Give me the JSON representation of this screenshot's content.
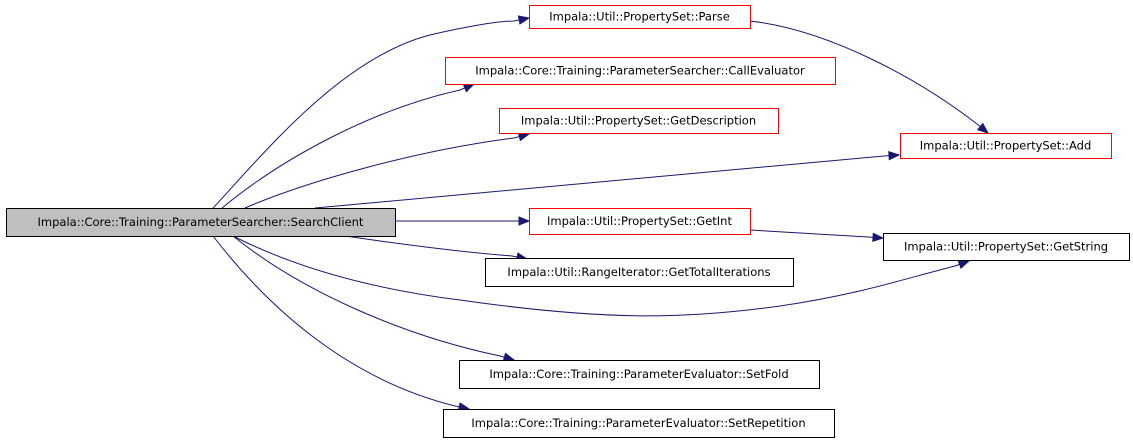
{
  "colors": {
    "edge": "#191970",
    "root_fill": "#bfbfbf",
    "root_border": "#000000",
    "linked_border": "#ff0000",
    "plain_border": "#000000",
    "node_fill": "#ffffff"
  },
  "nodes": {
    "root": {
      "label": "Impala::Core::Training::ParameterSearcher::SearchClient",
      "style": "root"
    },
    "parse": {
      "label": "Impala::Util::PropertySet::Parse",
      "style": "linked"
    },
    "callEval": {
      "label": "Impala::Core::Training::ParameterSearcher::CallEvaluator",
      "style": "linked"
    },
    "getDesc": {
      "label": "Impala::Util::PropertySet::GetDescription",
      "style": "linked"
    },
    "add": {
      "label": "Impala::Util::PropertySet::Add",
      "style": "linked"
    },
    "getInt": {
      "label": "Impala::Util::PropertySet::GetInt",
      "style": "linked"
    },
    "getString": {
      "label": "Impala::Util::PropertySet::GetString",
      "style": "plain"
    },
    "getTotalIt": {
      "label": "Impala::Util::RangeIterator::GetTotalIterations",
      "style": "plain"
    },
    "setFold": {
      "label": "Impala::Core::Training::ParameterEvaluator::SetFold",
      "style": "plain"
    },
    "setRep": {
      "label": "Impala::Core::Training::ParameterEvaluator::SetRepetition",
      "style": "plain"
    }
  },
  "edges": [
    {
      "from": "root",
      "to": "parse"
    },
    {
      "from": "root",
      "to": "callEval"
    },
    {
      "from": "root",
      "to": "getDesc"
    },
    {
      "from": "root",
      "to": "add"
    },
    {
      "from": "root",
      "to": "getInt"
    },
    {
      "from": "root",
      "to": "getTotalIt"
    },
    {
      "from": "root",
      "to": "getString"
    },
    {
      "from": "root",
      "to": "setFold"
    },
    {
      "from": "root",
      "to": "setRep"
    },
    {
      "from": "parse",
      "to": "add"
    },
    {
      "from": "getInt",
      "to": "getString"
    }
  ]
}
